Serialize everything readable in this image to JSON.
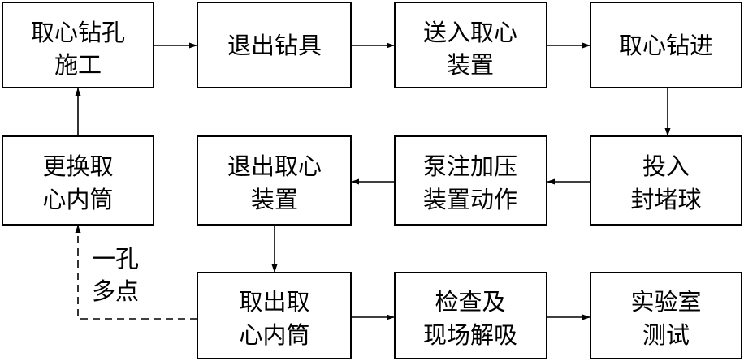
{
  "boxes": {
    "coring_drilling": [
      "取心钻孔",
      "施工"
    ],
    "withdraw_drill": [
      "退出钻具"
    ],
    "insert_coring_device": [
      "送入取心",
      "装置"
    ],
    "coring_advance": [
      "取心钻进"
    ],
    "drop_sealing_ball": [
      "投入",
      "封堵球"
    ],
    "pump_pressurize": [
      "泵注加压",
      "装置动作"
    ],
    "withdraw_coring_device": [
      "退出取心",
      "装置"
    ],
    "replace_inner_tube": [
      "更换取",
      "心内筒"
    ],
    "remove_inner_tube": [
      "取出取",
      "心内筒"
    ],
    "inspect_desorb": [
      "检查及",
      "现场解吸"
    ],
    "lab_test": [
      "实验室",
      "测试"
    ]
  },
  "loop_label": [
    "一孔",
    "多点"
  ]
}
